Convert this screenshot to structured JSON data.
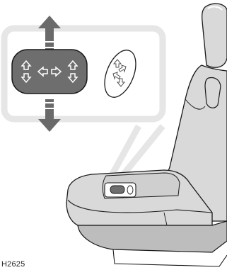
{
  "figure": {
    "reference_code": "H2625",
    "icons": {
      "main_switch": "seat-position-switch",
      "lumbar_switch": "lumbar-support-switch",
      "arrows_up_down": "up-down-arrows-icon",
      "arrow_forward_back": "forward-backward-arrows-icon"
    },
    "colors": {
      "callout": "#e6e6e6",
      "switch": "#6e6e6e",
      "arrow": "#6a6a6a",
      "seat": "#d9d9d9",
      "seat_shadow": "#9a9a9a",
      "outline": "#1a1a1a"
    }
  }
}
